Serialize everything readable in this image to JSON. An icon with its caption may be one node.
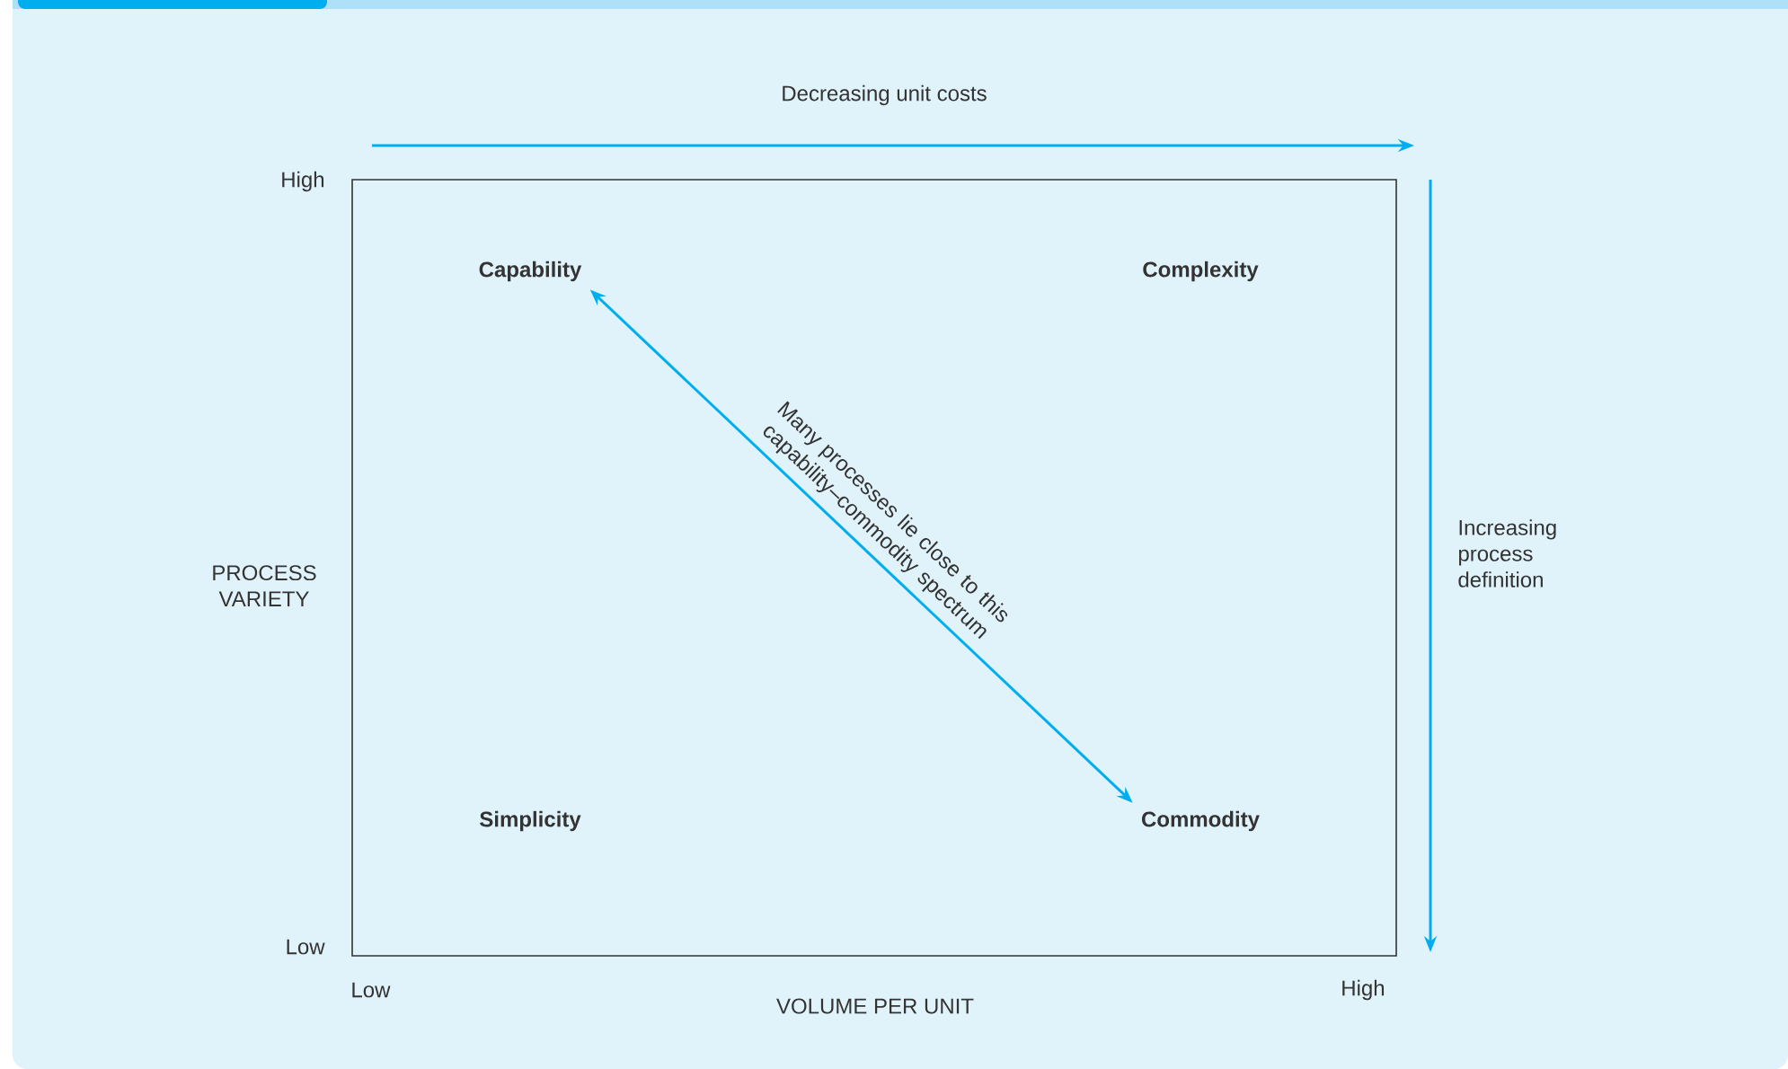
{
  "diagram": {
    "nodes": [
      {
        "text": [],
        "shape": "box"
      },
      {
        "text": [
          "Capability"
        ],
        "in": 0
      },
      {
        "text": [
          "Complexity"
        ],
        "in": 0
      },
      {
        "text": [
          "Simplicity"
        ],
        "in": 0
      },
      {
        "text": [
          "Commodity"
        ],
        "in": 0
      }
    ],
    "edges": [
      {
        "from": 1,
        "to": 4,
        "arrow": "both",
        "label": "Many processes lie close to this capability–commodity spectrum"
      }
    ],
    "labels": [
      "Decreasing unit costs",
      "High",
      "PROCESS VARIETY",
      "Increasing process definition",
      "Low",
      "Low",
      "VOLUME PER UNIT",
      "High"
    ]
  }
}
